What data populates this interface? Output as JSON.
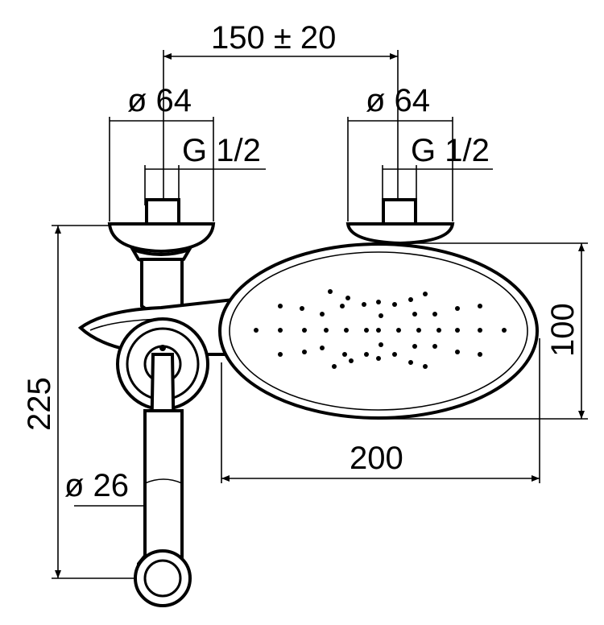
{
  "dimensions": {
    "spacing": "150 ± 20",
    "diameter_left": "ø 64",
    "diameter_right": "ø 64",
    "thread_left": "G 1/2",
    "thread_right": "G 1/2",
    "height_total": "225",
    "shower_height": "100",
    "shower_width": "200",
    "spout_diameter": "ø 26"
  }
}
